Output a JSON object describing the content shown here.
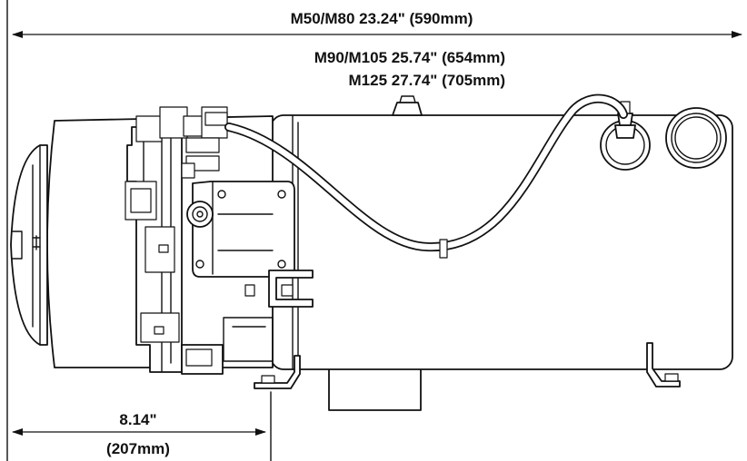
{
  "dimensions": {
    "overall_length_m50_m80": "M50/M80 23.24\" (590mm)",
    "overall_length_m90_m105": "M90/M105 25.74\" (654mm)",
    "overall_length_m125": "M125 27.74\" (705mm)",
    "front_offset_in": "8.14\"",
    "front_offset_mm": "(207mm)"
  },
  "colors": {
    "line": "#111111",
    "background": "#ffffff"
  }
}
